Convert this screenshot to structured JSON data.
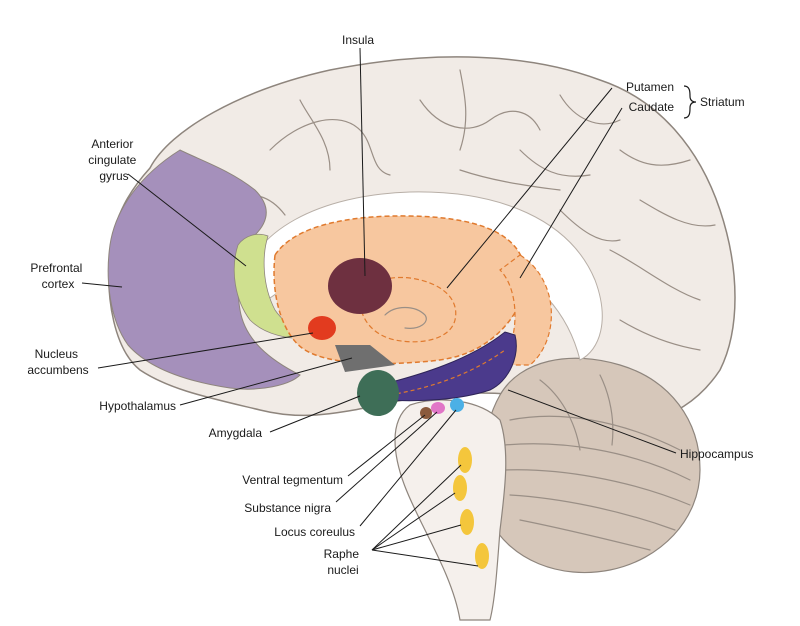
{
  "labels": {
    "insula": "Insula",
    "putamen": "Putamen",
    "caudate": "Caudate",
    "striatum": "Striatum",
    "anterior_cingulate": [
      "Anterior",
      "cingulate",
      "gyrus"
    ],
    "prefrontal": [
      "Prefrontal",
      "cortex"
    ],
    "nucleus_accumbens": [
      "Nucleus",
      "accumbens"
    ],
    "hypothalamus": "Hypothalamus",
    "amygdala": "Amygdala",
    "ventral_tegmentum": "Ventral tegmentum",
    "substance_nigra": "Substance nigra",
    "locus_coreulus": "Locus coreulus",
    "raphe_nuclei": [
      "Raphe",
      "nuclei"
    ],
    "hippocampus": "Hippocampus"
  },
  "colors": {
    "cortex": "#f1ebe6",
    "cortex_outline": "#8e857d",
    "prefrontal": "#a590bb",
    "cingulate": "#cfe08f",
    "striatum": "#f7c79f",
    "striatum_dash": "#e07a2e",
    "insula": "#6e3040",
    "nucleus_accumbens": "#e23b1f",
    "hypothalamus": "#6f6f6f",
    "amygdala": "#3e6e57",
    "hippocampus": "#4b3a8c",
    "ventral_tegmentum": "#8b5a3c",
    "substance_nigra": "#e176c7",
    "locus_coreulus": "#4bb0e6",
    "raphe": "#f4c63c",
    "cerebellum": "#d6c7ba",
    "brainstem": "#f5f0ec"
  }
}
